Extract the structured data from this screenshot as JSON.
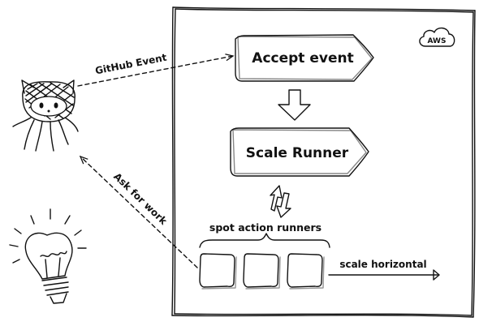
{
  "diagram": {
    "cloud_badge": "AWS",
    "edges": {
      "github_event": "GitHub Event",
      "ask_for_work": "Ask for work",
      "scale_horizontal": "scale horizontal"
    },
    "nodes": {
      "accept_event": "Accept event",
      "scale_runner": "Scale Runner",
      "runners_group": "spot action runners"
    },
    "runner_count": 3,
    "icons": {
      "github": "octocat-icon",
      "idea": "lightbulb-icon",
      "cloud": "aws-cloud-icon"
    }
  }
}
